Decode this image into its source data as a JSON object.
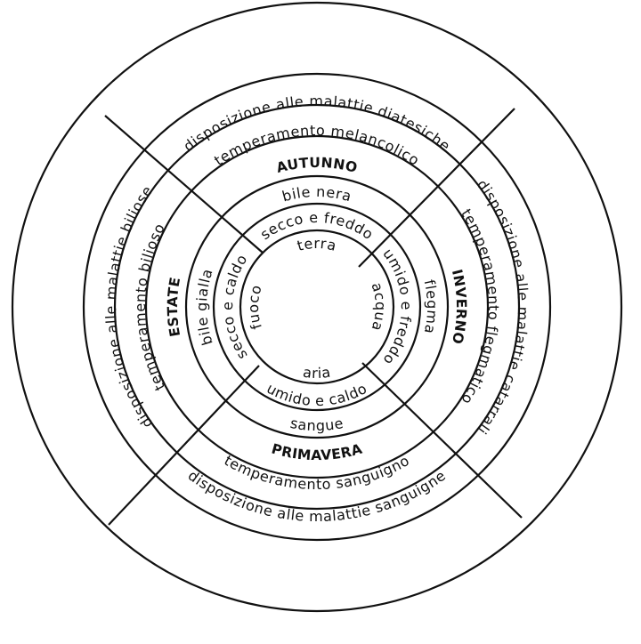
{
  "top": {
    "outer": "disposizione alle malattie diatesiche",
    "temperament": "temperamento melancolico",
    "season": "AUTUNNO",
    "humour": "bile nera",
    "quality": "secco e freddo",
    "element": "terra"
  },
  "right": {
    "outer": "disposizione alle malattie catarrali",
    "temperament": "temperamento flegmatico",
    "season": "INVERNO",
    "humour": "flegma",
    "quality": "umido e freddo",
    "element": "acqua"
  },
  "bottom": {
    "outer": "disposizione alle malattie sanguigne",
    "temperament": "temperamento sanguigno",
    "season": "PRIMAVERA",
    "humour": "sangue",
    "quality": "umido e caldo",
    "element": "aria"
  },
  "left": {
    "outer": "disposizione alle malattie biliose",
    "temperament": "temperamento bilioso",
    "season": "ESTATE",
    "humour": "bile gialla",
    "quality": "secco e caldo",
    "element": "fuoco"
  }
}
